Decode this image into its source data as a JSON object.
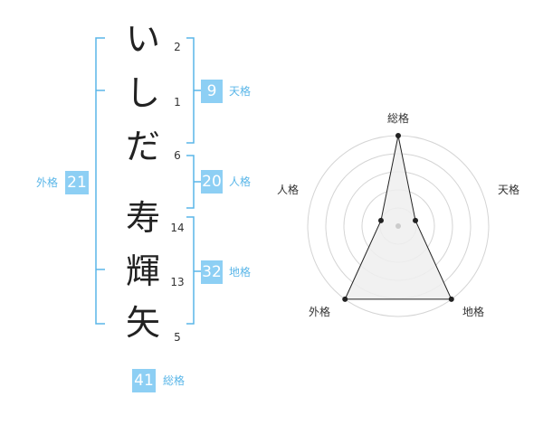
{
  "name": {
    "chars": [
      {
        "char": "い",
        "strokes": "2"
      },
      {
        "char": "し",
        "strokes": "1"
      },
      {
        "char": "だ",
        "strokes": "6"
      },
      {
        "char": "寿",
        "strokes": "14"
      },
      {
        "char": "輝",
        "strokes": "13"
      },
      {
        "char": "矢",
        "strokes": "5"
      }
    ]
  },
  "kaku": {
    "tenkaku": {
      "value": "9",
      "label": "天格"
    },
    "jinkaku": {
      "value": "20",
      "label": "人格"
    },
    "chikaku": {
      "value": "32",
      "label": "地格"
    },
    "gaikaku": {
      "value": "21",
      "label": "外格"
    },
    "soukaku": {
      "value": "41",
      "label": "総格"
    }
  },
  "colors": {
    "bracket": "#5ab6e8",
    "box": "#8dcff4",
    "label": "#5ab6e8"
  },
  "chart_data": {
    "type": "radar",
    "axes": [
      "総格",
      "天格",
      "地格",
      "外格",
      "人格"
    ],
    "values": [
      5,
      1,
      5,
      5,
      1
    ],
    "max": 5,
    "rings": 5
  }
}
